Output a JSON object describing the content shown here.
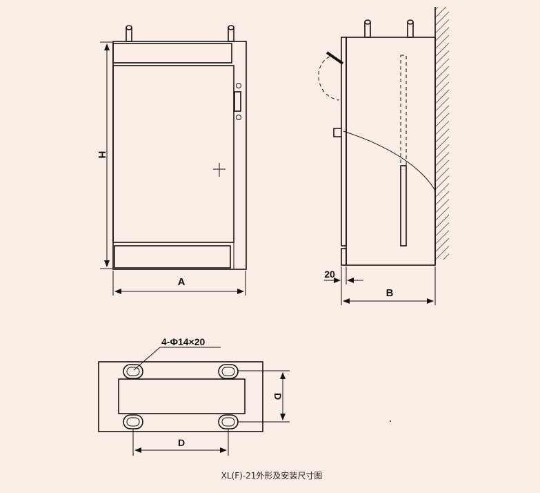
{
  "labels": {
    "height": "H",
    "width_front": "A",
    "depth_side": "B",
    "offset": "20",
    "mount_depth": "D",
    "mount_width": "D",
    "holes": "4-Φ14×20"
  },
  "caption": "XL(F)-21外形及安装尺寸图",
  "colors": {
    "background": "#fbeee6",
    "line": "#111111"
  }
}
